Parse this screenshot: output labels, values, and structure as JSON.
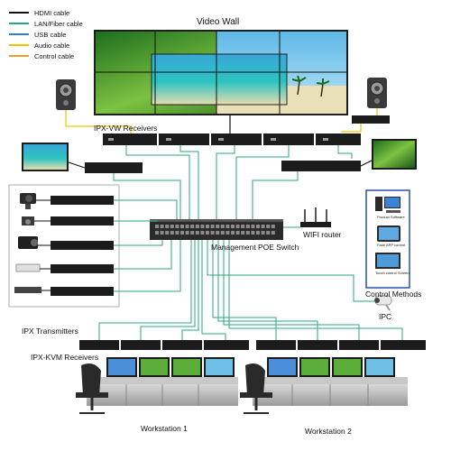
{
  "legend": {
    "items": [
      {
        "label": "HDMI cable",
        "color": "#111111"
      },
      {
        "label": "LAN/Fiber cable",
        "color": "#2aa77a"
      },
      {
        "label": "USB cable",
        "color": "#2a7fd4"
      },
      {
        "label": "Audio cable",
        "color": "#f2c200"
      },
      {
        "label": "Control cable",
        "color": "#f0a020"
      }
    ]
  },
  "labels": {
    "video_wall": "Video Wall",
    "ipx_vw_receivers": "IPX-VW Receivers",
    "management_switch": "Management POE Switch",
    "wifi_router": "WIFI router",
    "control_methods": "Control Methods",
    "ipc": "IPC",
    "ipx_transmitters": "IPX Transmitters",
    "ipx_kvm_receivers": "IPX-KVM Receivers",
    "workstation_1": "Workstation 1",
    "workstation_2": "Workstation 2"
  },
  "control_panel_items": [
    {
      "label": "Product Software"
    },
    {
      "label": "Fade APP control"
    },
    {
      "label": "Touch control Screen"
    }
  ],
  "colors": {
    "lan": "#2aa77a",
    "hdmi": "#111111",
    "audio": "#f2c200",
    "device": "#1c1c1c",
    "control_border": "#2b4fb8"
  }
}
